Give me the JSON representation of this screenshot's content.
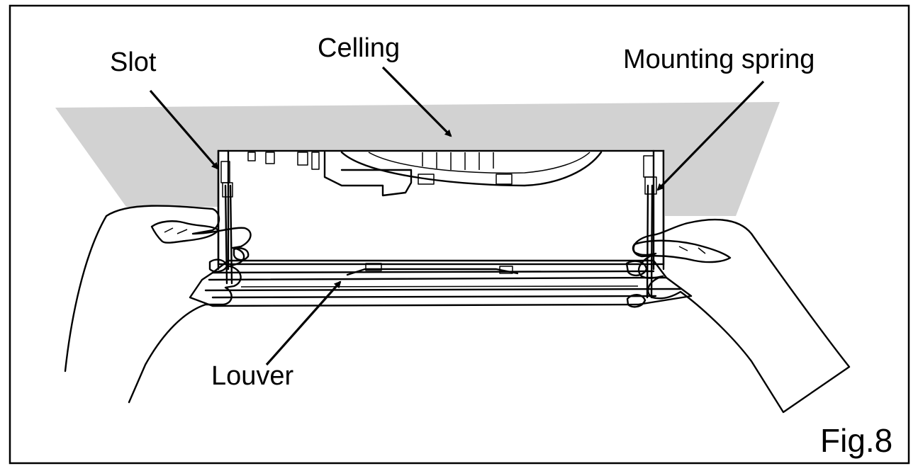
{
  "labels": {
    "slot": "Slot",
    "ceiling": "Celling",
    "mounting_spring": "Mounting spring",
    "louver": "Louver",
    "figure_number": "Fig.8"
  },
  "colors": {
    "ceiling_fill": "#d2d2d2",
    "line": "#000000",
    "background": "#ffffff"
  }
}
